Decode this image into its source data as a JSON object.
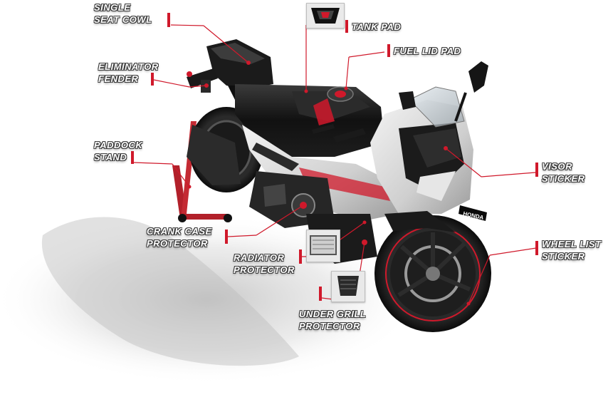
{
  "accent_color": "#d0192b",
  "labels": {
    "single_seat_cowl": [
      "SINGLE",
      "SEAT COWL"
    ],
    "tank_pad": [
      "TANK PAD"
    ],
    "fuel_lid_pad": [
      "FUEL LID PAD"
    ],
    "eliminator_fender": [
      "ELIMINATOR",
      "FENDER"
    ],
    "paddock_stand": [
      "PADDOCK",
      "STAND"
    ],
    "visor_sticker": [
      "VISOR",
      "STICKER"
    ],
    "crank_case_protector": [
      "CRANK CASE",
      "PROTECTOR"
    ],
    "radiator_protector": [
      "RADIATOR",
      "PROTECTOR"
    ],
    "wheel_list_sticker": [
      "WHEEL LIST",
      "STICKER"
    ],
    "under_grill_protector": [
      "UNDER GRILL",
      "PROTECTOR"
    ]
  },
  "brand_plate": "HONDA"
}
